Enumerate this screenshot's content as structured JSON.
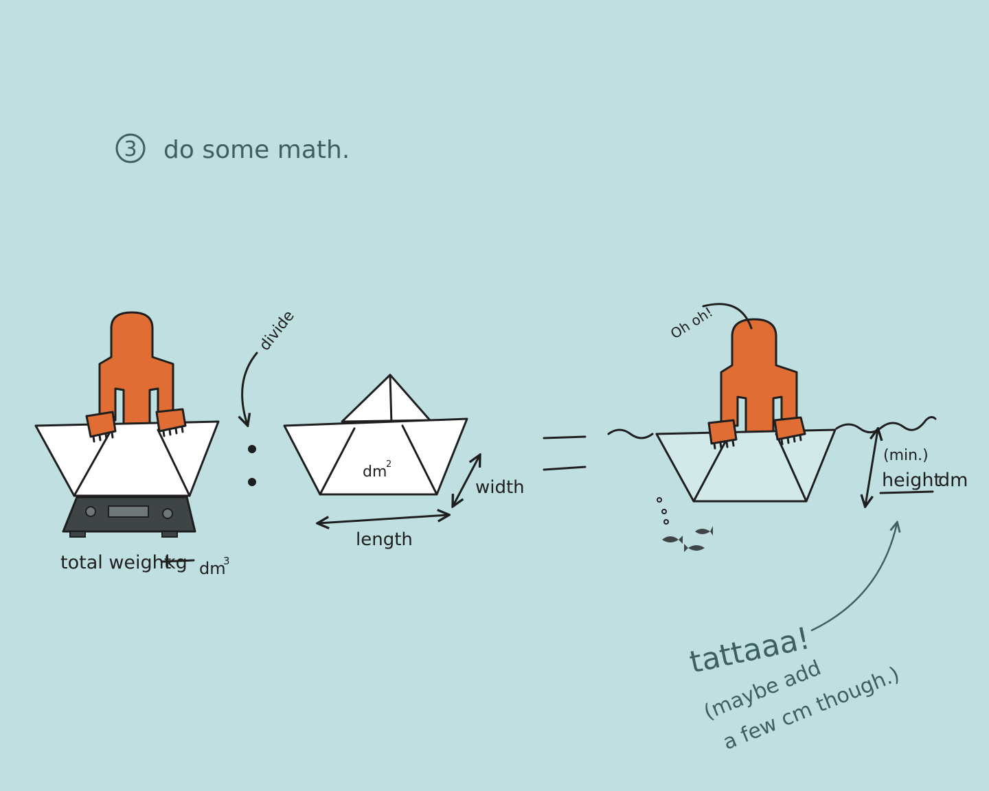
{
  "step": {
    "number": "3",
    "title": "do some math."
  },
  "labels": {
    "divide": "divide",
    "dm2": "dm",
    "dm2_sup": "2",
    "width": "width",
    "length": "length",
    "total_weight": "total weight",
    "kg_struck": "kg",
    "dm3": "dm",
    "dm3_sup": "3",
    "oh_oh": "Oh oh!",
    "min": "(min.)",
    "height": "height",
    "height_unit": "dm",
    "tattaaa": "tattaaa!",
    "maybe_line1": "(maybe add",
    "maybe_line2": "a few cm though.)"
  },
  "colors": {
    "background": "#bfdfe0",
    "figure": "#e06e34",
    "boat_paper": "#ffffff",
    "boat_submerged": "#d2e9ea",
    "scale": "#3f4546",
    "ink": "#1e1e1e",
    "annotation_ink": "#3d5f62"
  }
}
